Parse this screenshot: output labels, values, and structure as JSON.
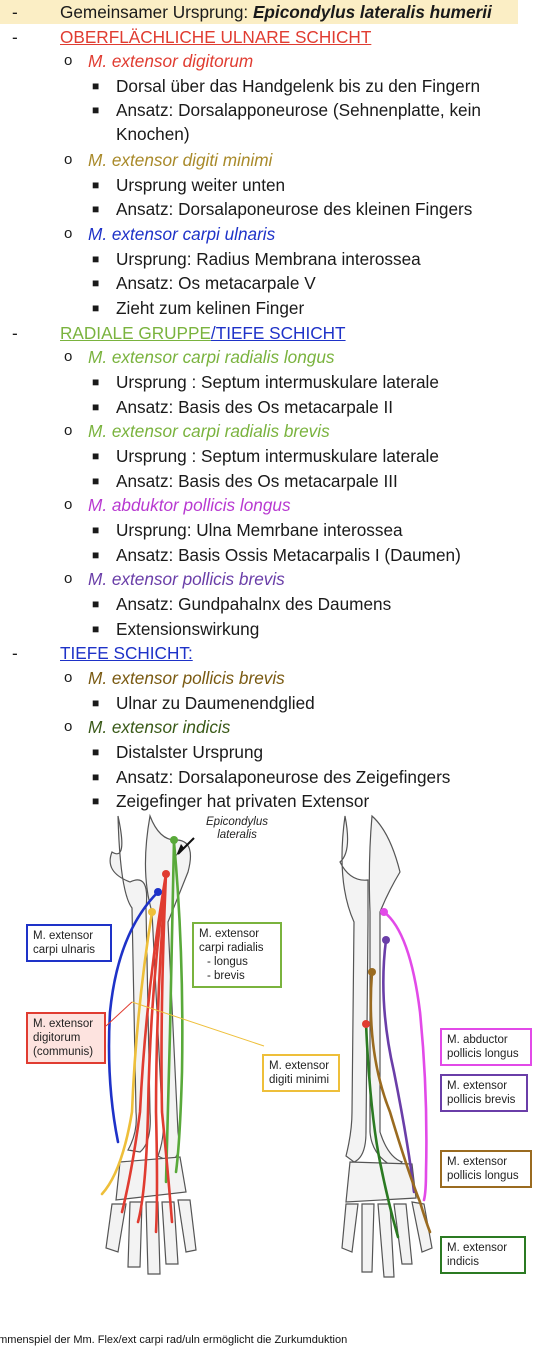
{
  "colors": {
    "red": "#e03c31",
    "tan": "#a98a2a",
    "blue": "#1e32c8",
    "green": "#7ab33e",
    "magenta": "#b83ad1",
    "purple": "#6a3ea8",
    "brown": "#7a5a12",
    "darkgreen": "#3a5a18",
    "highlight": "#fbeec5"
  },
  "lines": [
    {
      "bullet": "-",
      "pre": "Gemeinsamer Ursprung: ",
      "strong": "Epicondylus lateralis humerii"
    },
    {
      "bullet": "-",
      "text": "OBERFLÄCHLICHE ULNARE SCHICHT"
    },
    {
      "bullet": "o",
      "text": "M. extensor digitorum"
    },
    {
      "bullet": "■",
      "text": "Dorsal über das Handgelenk bis zu den Fingern"
    },
    {
      "bullet": "■",
      "text": "Ansatz: Dorsalapponeurose (Sehnenplatte, kein"
    },
    {
      "text": "Knochen)"
    },
    {
      "bullet": "o",
      "text": "M. extensor digiti minimi"
    },
    {
      "bullet": "■",
      "text": "Ursprung weiter unten"
    },
    {
      "bullet": "■",
      "text": "Ansatz: Dorsalaponeurose des kleinen Fingers"
    },
    {
      "bullet": "o",
      "text": "M. extensor carpi ulnaris"
    },
    {
      "bullet": "■",
      "text": "Ursprung: Radius Membrana interossea"
    },
    {
      "bullet": "■",
      "text": "Ansatz: Os metacarpale V"
    },
    {
      "bullet": "■",
      "text": "Zieht zum kelinen Finger"
    },
    {
      "bullet": "-",
      "part1": "RADIALE GRUPPE",
      "part2": "/TIEFE SCHICHT"
    },
    {
      "bullet": "o",
      "text": "M. extensor carpi radialis longus"
    },
    {
      "bullet": "■",
      "text": "Ursprung : Septum intermuskulare laterale"
    },
    {
      "bullet": "■",
      "text": "Ansatz: Basis des Os metacarpale II"
    },
    {
      "bullet": "o",
      "text": "M. extensor carpi radialis brevis"
    },
    {
      "bullet": "■",
      "text": "Ursprung : Septum intermuskulare laterale"
    },
    {
      "bullet": "■",
      "text": "Ansatz: Basis des Os metacarpale III"
    },
    {
      "bullet": "o",
      "text": "M. abduktor pollicis longus"
    },
    {
      "bullet": "■",
      "text": "Ursprung: Ulna Memrbane interossea"
    },
    {
      "bullet": "■",
      "text": "Ansatz: Basis Ossis Metacarpalis I (Daumen)"
    },
    {
      "bullet": "o",
      "text": "M. extensor pollicis brevis"
    },
    {
      "bullet": "■",
      "text": "Ansatz: Gundpahalnx des Daumens"
    },
    {
      "bullet": "■",
      "text": "Extensionswirkung"
    },
    {
      "bullet": "-",
      "text": "TIEFE SCHICHT:"
    },
    {
      "bullet": "o",
      "text": "M. extensor pollicis brevis"
    },
    {
      "bullet": "■",
      "text": "Ulnar zu Daumenendglied"
    },
    {
      "bullet": "o",
      "text": "M. extensor indicis"
    },
    {
      "bullet": "■",
      "text": "Distalster Ursprung"
    },
    {
      "bullet": "■",
      "text": "Ansatz: Dorsalaponeurose des Zeigefingers"
    },
    {
      "bullet": "■",
      "text": "Zeigefinger hat privaten Extensor"
    }
  ],
  "figure": {
    "epicondylus": [
      "Epicondylus",
      "lateralis"
    ],
    "labels": {
      "carpi_ulnaris": [
        "M. extensor",
        "carpi ulnaris"
      ],
      "carpi_radialis": [
        "M. extensor",
        "carpi radialis",
        "- longus",
        "- brevis"
      ],
      "digitorum": [
        "M. extensor",
        "digitorum",
        "(communis)"
      ],
      "digiti_minimi": [
        "M. extensor",
        "digiti minimi"
      ],
      "abductor": [
        "M. abductor",
        "pollicis longus"
      ],
      "pollicis_brevis": [
        "M. extensor",
        "pollicis brevis"
      ],
      "pollicis_longus": [
        "M. extensor",
        "pollicis longus"
      ],
      "indicis": [
        "M. extensor",
        "indicis"
      ]
    }
  },
  "footer": "ammenspiel der Mm. Flex/ext carpi rad/uln ermöglicht die Zurkumduktion"
}
